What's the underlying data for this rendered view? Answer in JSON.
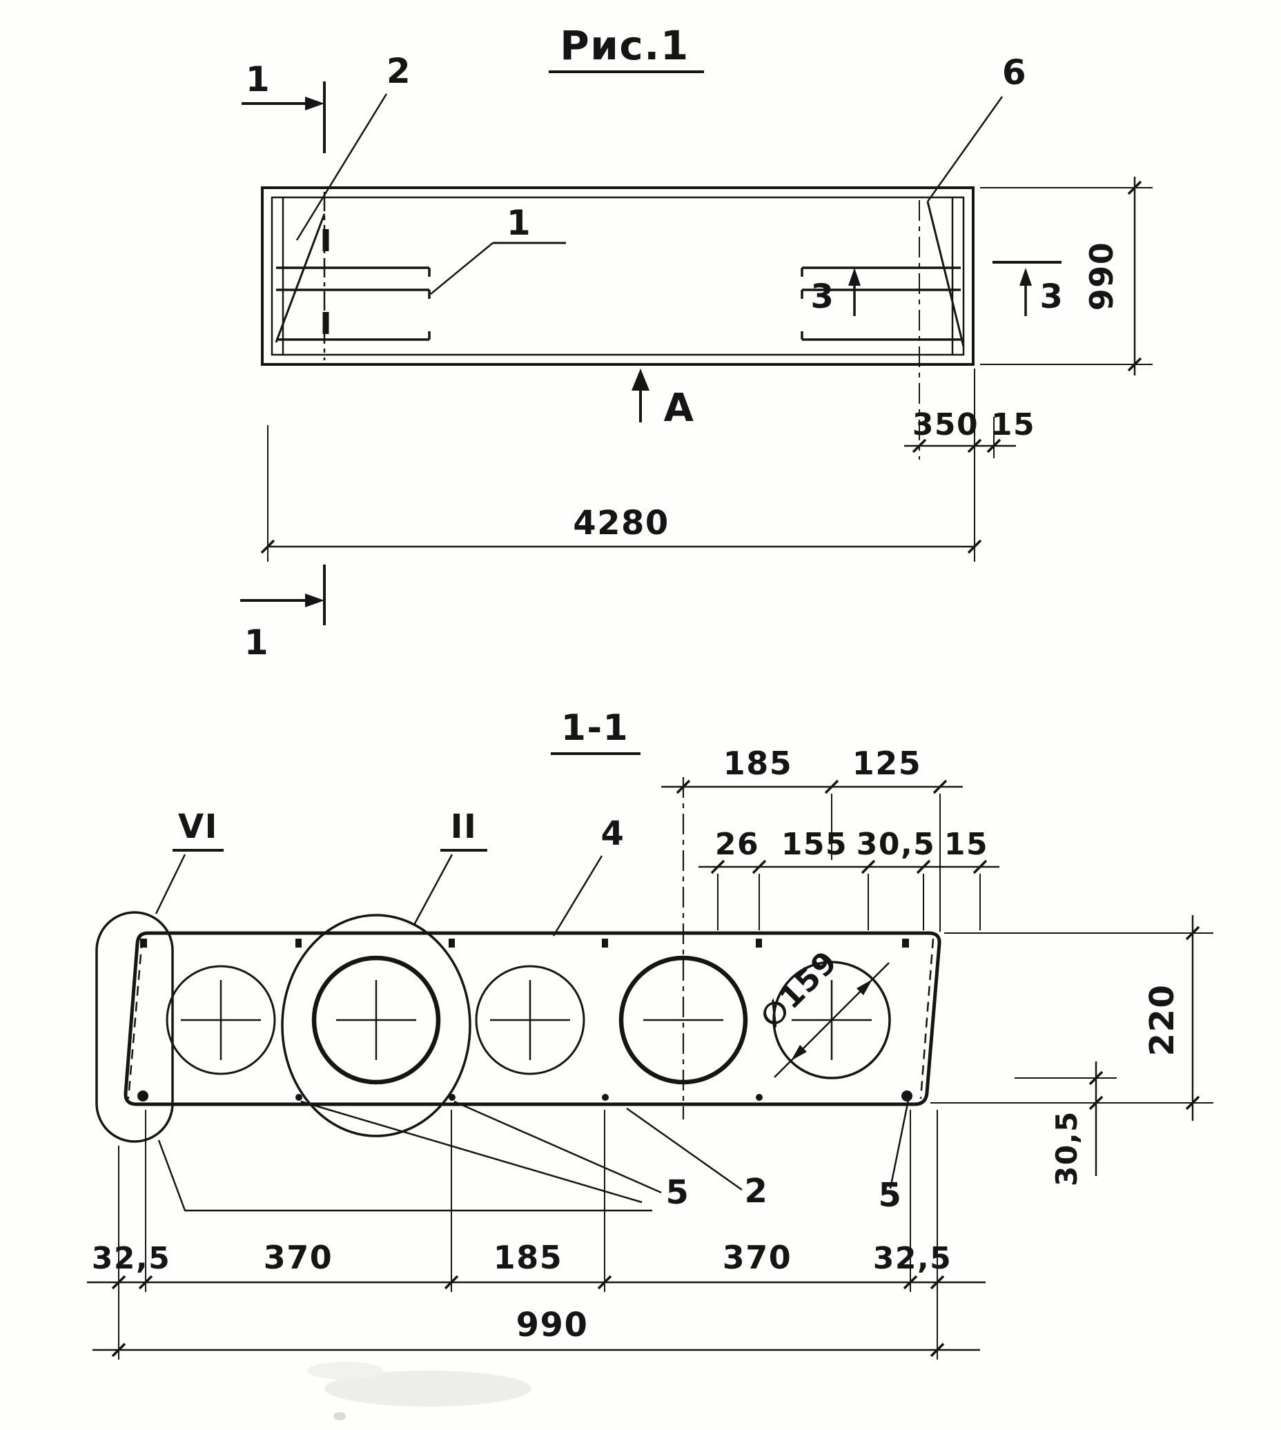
{
  "drawing": {
    "title": "Рис.1",
    "section_title": "1-1"
  },
  "plan_view": {
    "section_cut_top": "1",
    "section_cut_bottom": "1",
    "callout_corner_left": "2",
    "callout_bar": "1",
    "callout_corner_right": "6",
    "section_cut_3_left": "3",
    "section_cut_3_right": "3",
    "view_direction": "А",
    "dim_end_inset": "350",
    "dim_wall": "15",
    "dim_length": "4280",
    "dim_width": "990"
  },
  "section_view": {
    "detail_left_loop": "VI",
    "detail_void_loop": "II",
    "callout_top_surface": "4",
    "dim_top_185": "185",
    "dim_top_125": "125",
    "dim_26": "26",
    "dim_155": "155",
    "dim_30_5_top": "30,5",
    "dim_15": "15",
    "void_diameter": "∅159",
    "dim_height": "220",
    "dim_cover": "30,5",
    "callout_bottom_left": "5",
    "callout_void": "2",
    "callout_bottom_right": "5",
    "dim_32_5_left": "32,5",
    "dim_370_left": "370",
    "dim_185_bottom": "185",
    "dim_370_right": "370",
    "dim_32_5_right": "32,5",
    "dim_width": "990"
  }
}
